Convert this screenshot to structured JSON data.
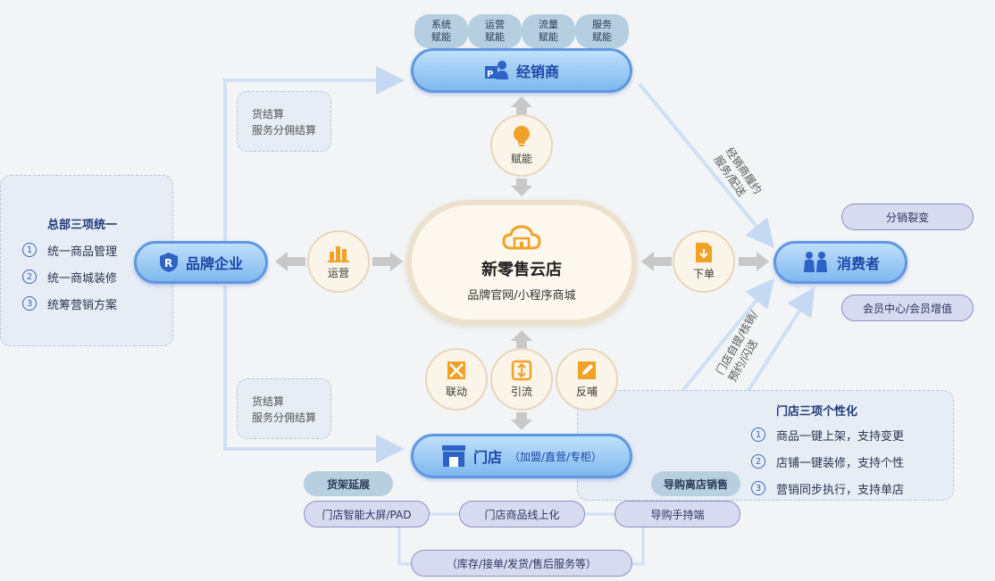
{
  "distributor": {
    "label": "经销商",
    "tags": [
      {
        "line1": "系统",
        "line2": "赋能"
      },
      {
        "line1": "运营",
        "line2": "赋能"
      },
      {
        "line1": "流量",
        "line2": "赋能"
      },
      {
        "line1": "服务",
        "line2": "赋能"
      }
    ]
  },
  "brand": {
    "label": "品牌企业"
  },
  "consumer": {
    "label": "消费者"
  },
  "store": {
    "label": "门店",
    "sub": "（加盟/直营/专柜）"
  },
  "core": {
    "title": "新零售云店",
    "subtitle": "品牌官网/小程序商城"
  },
  "circles": {
    "empower": "赋能",
    "operate": "运营",
    "order": "下单",
    "link": "联动",
    "traffic": "引流",
    "feedback": "反哺"
  },
  "settle_top": {
    "line1": "货结算",
    "line2": "服务分佣结算"
  },
  "settle_bottom": {
    "line1": "货结算",
    "line2": "服务分佣结算"
  },
  "hq": {
    "title": "总部三项统一",
    "items": [
      {
        "num": "1",
        "text": "统一商品管理"
      },
      {
        "num": "2",
        "text": "统一商城装修"
      },
      {
        "num": "3",
        "text": "统筹营销方案"
      }
    ]
  },
  "store_personal": {
    "title": "门店三项个性化",
    "items": [
      {
        "num": "1",
        "text": "商品一键上架，支持变更"
      },
      {
        "num": "2",
        "text": "店铺一键装修，支持个性"
      },
      {
        "num": "3",
        "text": "营销同步执行，支持单店"
      }
    ]
  },
  "consumer_tags": {
    "distribution": "分销裂变",
    "member": "会员中心/会员增值"
  },
  "arrow_labels": {
    "distributor_line1": "经销商履约",
    "distributor_line2": "服务/配送",
    "store_line1": "门店自提/核销/",
    "store_line2": "预约/闪送"
  },
  "bottom_tags": {
    "shelf": "货架延展",
    "pad": "门店智能大屏/PAD",
    "online": "门店商品线上化",
    "handheld": "导购手持端",
    "offsite": "导购离店销售",
    "services": "（库存/接单/发货/售后服务等）"
  },
  "colors": {
    "pill_border": "#5f97e2",
    "pill_text": "#1d47a8",
    "icon_orange": "#f0a126",
    "bg": "#f3f4f6"
  }
}
